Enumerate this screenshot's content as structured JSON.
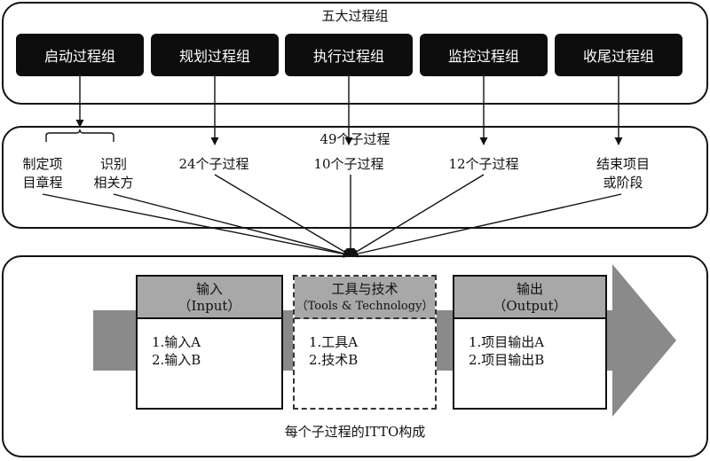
{
  "top": {
    "title": "五大过程组",
    "groups": [
      "启动过程组",
      "规划过程组",
      "执行过程组",
      "监控过程组",
      "收尾过程组"
    ]
  },
  "middle": {
    "title": "49个子过程",
    "initiating_left": [
      "制定项",
      "目章程"
    ],
    "initiating_right": [
      "识别",
      "相关方"
    ],
    "planning": "24个子过程",
    "executing": "10个子过程",
    "monitoring": "12个子过程",
    "closing": [
      "结束项目",
      "或阶段"
    ]
  },
  "itto": {
    "input": {
      "title": "输入",
      "subtitle": "（Input）",
      "items": [
        "1.输入A",
        "2.输入B"
      ]
    },
    "tools": {
      "title": "工具与技术",
      "subtitle": "（Tools & Technology）",
      "items": [
        "1.工具A",
        "2.技术B"
      ]
    },
    "output": {
      "title": "输出",
      "subtitle": "（Output）",
      "items": [
        "1.项目输出A",
        "2.项目输出B"
      ]
    },
    "caption": "每个子过程的ITTO构成"
  },
  "colors": {
    "group_fill": "#0d0d0d",
    "header_fill": "#a8a8a8",
    "big_arrow": "#8a8a8a"
  }
}
